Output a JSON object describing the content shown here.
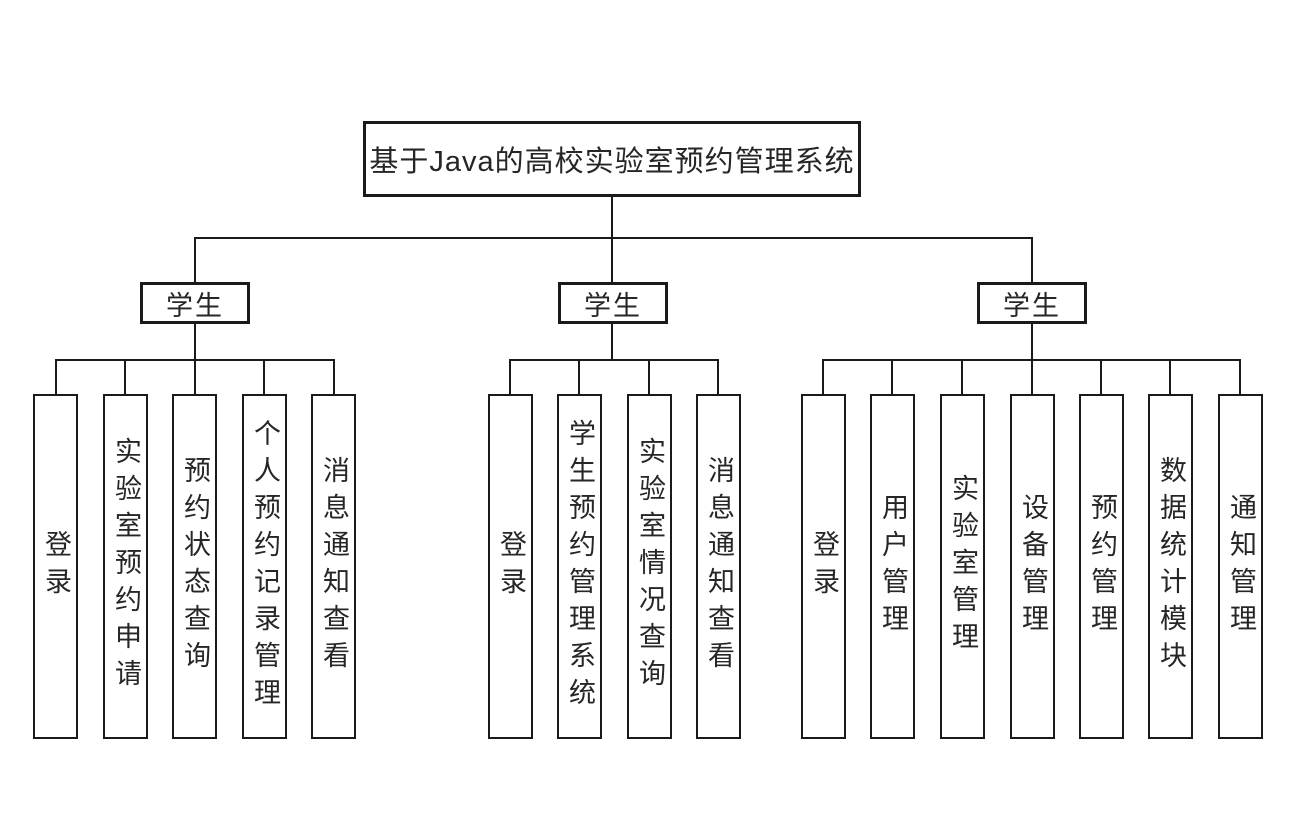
{
  "diagram": {
    "title": "基于Java的高校实验室预约管理系统",
    "groups": [
      {
        "label": "学生",
        "children": [
          "登录",
          "实验室预约申请",
          "预约状态查询",
          "个人预约记录管理",
          "消息通知查看"
        ]
      },
      {
        "label": "学生",
        "children": [
          "登录",
          "学生预约管理系统",
          "实验室情况查询",
          "消息通知查看"
        ]
      },
      {
        "label": "学生",
        "children": [
          "登录",
          "用户管理",
          "实验室管理",
          "设备管理",
          "预约管理",
          "数据统计模块",
          "通知管理"
        ]
      }
    ],
    "colors": {
      "line": "#1a1a1a",
      "text": "#262626",
      "box_fill": "#ffffff",
      "background": "#ffffff"
    }
  }
}
